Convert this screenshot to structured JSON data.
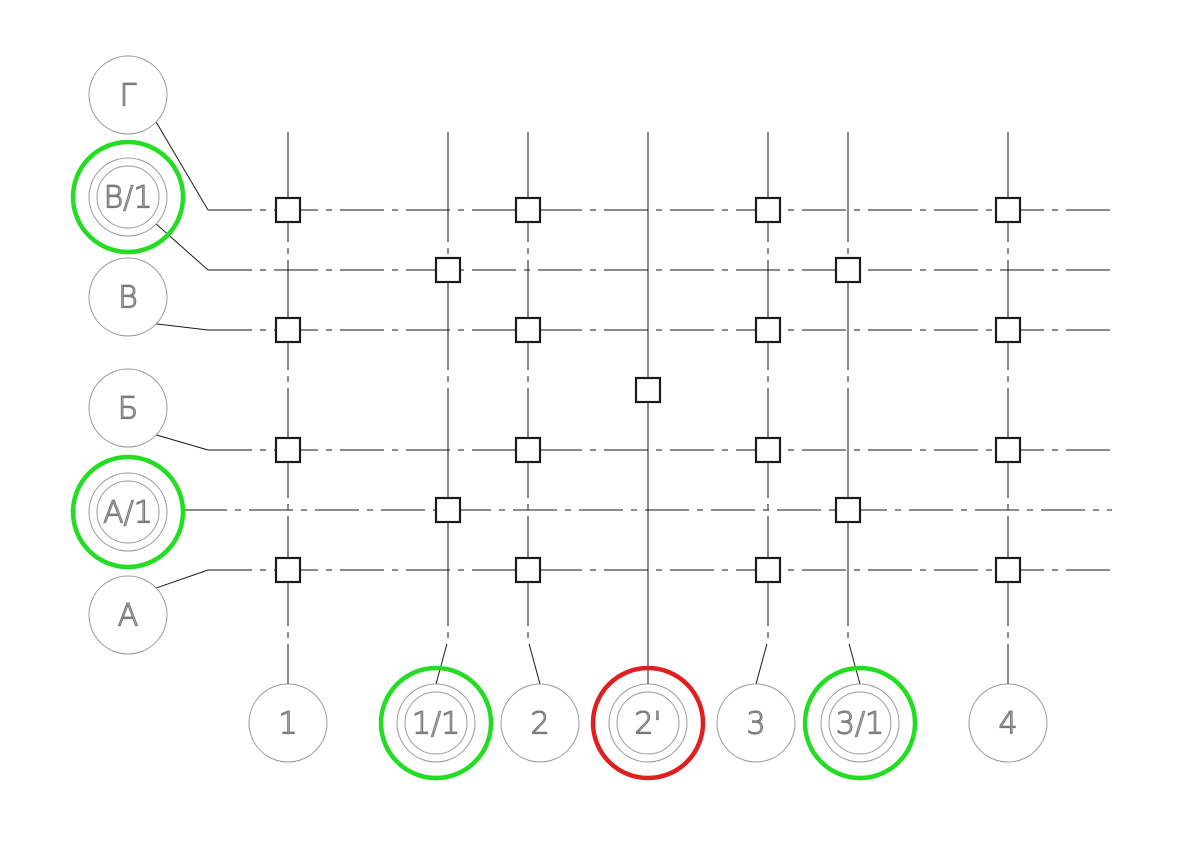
{
  "colors": {
    "line": "#1a1a1a",
    "bubble": "#9a9a9a",
    "highlight_added": "#22dd22",
    "highlight_error": "#e02020"
  },
  "row_axes": [
    {
      "id": "G",
      "label": "Г",
      "highlight": null
    },
    {
      "id": "V1",
      "label": "В/1",
      "highlight": "added"
    },
    {
      "id": "V",
      "label": "В",
      "highlight": null
    },
    {
      "id": "B",
      "label": "Б",
      "highlight": null
    },
    {
      "id": "A1",
      "label": "А/1",
      "highlight": "added"
    },
    {
      "id": "A",
      "label": "А",
      "highlight": null
    }
  ],
  "column_axes": [
    {
      "id": "1",
      "label": "1",
      "highlight": null
    },
    {
      "id": "1-1",
      "label": "1/1",
      "highlight": "added"
    },
    {
      "id": "2",
      "label": "2",
      "highlight": null
    },
    {
      "id": "2p",
      "label": "2'",
      "highlight": "error"
    },
    {
      "id": "3",
      "label": "3",
      "highlight": null
    },
    {
      "id": "3-1",
      "label": "3/1",
      "highlight": "added"
    },
    {
      "id": "4",
      "label": "4",
      "highlight": null
    }
  ],
  "columns": [
    {
      "col": "1",
      "row": "G"
    },
    {
      "col": "2",
      "row": "G"
    },
    {
      "col": "3",
      "row": "G"
    },
    {
      "col": "4",
      "row": "G"
    },
    {
      "col": "1-1",
      "row": "V1"
    },
    {
      "col": "3-1",
      "row": "V1"
    },
    {
      "col": "1",
      "row": "V"
    },
    {
      "col": "2",
      "row": "V"
    },
    {
      "col": "3",
      "row": "V"
    },
    {
      "col": "4",
      "row": "V"
    },
    {
      "col": "2p",
      "row": "mid"
    },
    {
      "col": "1",
      "row": "B"
    },
    {
      "col": "2",
      "row": "B"
    },
    {
      "col": "3",
      "row": "B"
    },
    {
      "col": "4",
      "row": "B"
    },
    {
      "col": "1-1",
      "row": "A1"
    },
    {
      "col": "3-1",
      "row": "A1"
    },
    {
      "col": "1",
      "row": "A"
    },
    {
      "col": "2",
      "row": "A"
    },
    {
      "col": "3",
      "row": "A"
    },
    {
      "col": "4",
      "row": "A"
    }
  ]
}
